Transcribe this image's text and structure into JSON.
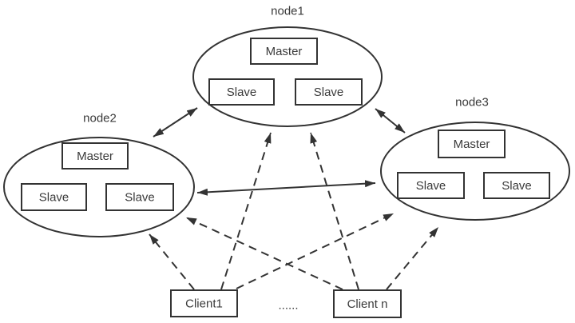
{
  "diagram": {
    "type": "cluster-topology",
    "colors": {
      "stroke": "#333333",
      "text": "#3a3a3a",
      "background": "#ffffff",
      "box_fill": "#ffffff"
    },
    "nodes": [
      {
        "name": "node1",
        "label": "node1",
        "master_label": "Master",
        "slave_labels": [
          "Slave",
          "Slave"
        ]
      },
      {
        "name": "node2",
        "label": "node2",
        "master_label": "Master",
        "slave_labels": [
          "Slave",
          "Slave"
        ]
      },
      {
        "name": "node3",
        "label": "node3",
        "master_label": "Master",
        "slave_labels": [
          "Slave",
          "Slave"
        ]
      }
    ],
    "clients": [
      {
        "label": "Client1"
      },
      {
        "label": "Client n"
      }
    ],
    "ellipsis_label": "......",
    "connections": [
      {
        "from": "node2",
        "to": "node1",
        "style": "solid",
        "direction": "bidirectional"
      },
      {
        "from": "node1",
        "to": "node3",
        "style": "solid",
        "direction": "bidirectional"
      },
      {
        "from": "node2",
        "to": "node3",
        "style": "solid",
        "direction": "bidirectional"
      },
      {
        "from": "Client1",
        "to": "node2",
        "style": "dashed",
        "direction": "one-way"
      },
      {
        "from": "Client1",
        "to": "node1",
        "style": "dashed",
        "direction": "one-way"
      },
      {
        "from": "Client1",
        "to": "node3",
        "style": "dashed",
        "direction": "one-way"
      },
      {
        "from": "Client n",
        "to": "node2",
        "style": "dashed",
        "direction": "one-way"
      },
      {
        "from": "Client n",
        "to": "node1",
        "style": "dashed",
        "direction": "one-way"
      },
      {
        "from": "Client n",
        "to": "node3",
        "style": "dashed",
        "direction": "one-way"
      }
    ]
  }
}
